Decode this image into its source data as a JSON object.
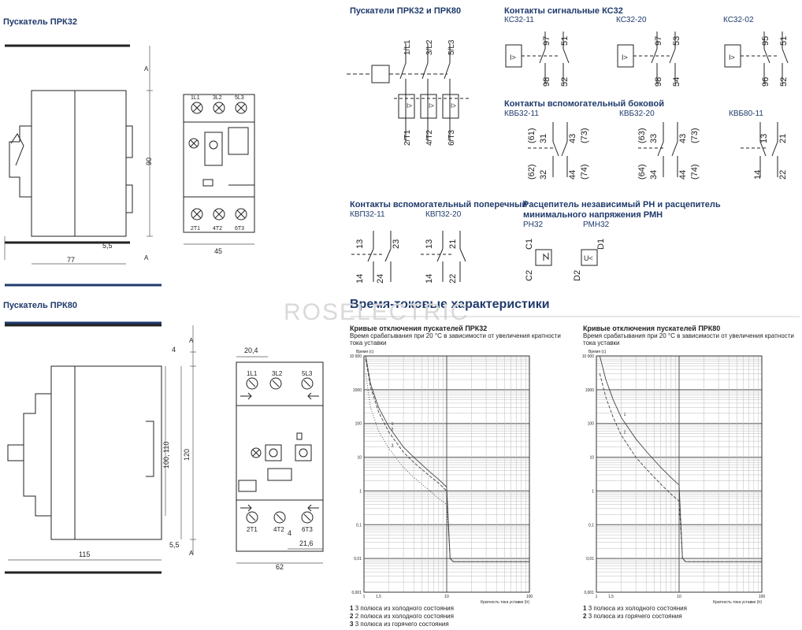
{
  "left": {
    "prk32": {
      "title": "Пускатель ПРК32",
      "dims": {
        "a_top": "A",
        "a_bottom": "A",
        "h90": "90",
        "w5_5": "5,5",
        "w77": "77",
        "w45": "45"
      },
      "terminals_top": [
        "1L1",
        "3L2",
        "5L3"
      ],
      "terminals_bottom": [
        "2T1",
        "4T2",
        "6T3"
      ]
    },
    "prk80": {
      "title": "Пускатель ПРК80",
      "dims": {
        "a_top": "A",
        "a_bottom": "A",
        "d4": "4",
        "d100_110": "100, 110",
        "d120": "120",
        "d5_5": "5,5",
        "d115": "115",
        "d20_4": "20,4",
        "d4b": "4",
        "d21_6": "21,6",
        "d62": "62"
      },
      "terminals_top": [
        "1L1",
        "3L2",
        "5L3"
      ],
      "terminals_bottom": [
        "2T1",
        "4T2",
        "6T3"
      ]
    }
  },
  "schemes": {
    "starters": {
      "title": "Пускатели ПРК32 и ПРК80",
      "top": [
        "1/L1",
        "3/L2",
        "5/L3"
      ],
      "bottom": [
        "2/T1",
        "4/T2",
        "6/T3"
      ],
      "relay": "I>"
    },
    "signal": {
      "title": "Контакты сигнальные КС32",
      "items": [
        {
          "name": "КС32-11",
          "top": [
            "97",
            "51"
          ],
          "bottom": [
            "98",
            "52"
          ]
        },
        {
          "name": "КС32-20",
          "top": [
            "97",
            "53"
          ],
          "bottom": [
            "98",
            "54"
          ]
        },
        {
          "name": "КС32-02",
          "top": [
            "95",
            "51"
          ],
          "bottom": [
            "96",
            "52"
          ]
        }
      ]
    },
    "aux_side": {
      "title": "Контакты вспомогательный боковой",
      "items": [
        {
          "name": "КВБ32-11",
          "top": [
            "(61)",
            "31",
            "43",
            "(73)"
          ],
          "bottom": [
            "(62)",
            "32",
            "44",
            "(74)"
          ]
        },
        {
          "name": "КВБ32-20",
          "top": [
            "(63)",
            "33",
            "43",
            "(73)"
          ],
          "bottom": [
            "(64)",
            "34",
            "44",
            "(74)"
          ]
        },
        {
          "name": "КВБ80-11",
          "top": [
            "13",
            "21"
          ],
          "bottom": [
            "14",
            "22"
          ]
        }
      ]
    },
    "aux_cross": {
      "title": "Контакты вспомогательный поперечный",
      "items": [
        {
          "name": "КВП32-11",
          "top": [
            "13",
            "23"
          ],
          "bottom": [
            "14",
            "24"
          ]
        },
        {
          "name": "КВП32-20",
          "top": [
            "13",
            "21"
          ],
          "bottom": [
            "14",
            "22"
          ]
        }
      ]
    },
    "release": {
      "title_line1": "Расцепитель независимый РН и расцепитель",
      "title_line2": "минимального напряжения РМН",
      "items": [
        {
          "name": "РН32",
          "top": "C1",
          "bottom": "C2"
        },
        {
          "name": "РМН32",
          "top": "D1",
          "bottom": "D2",
          "symbol": "U<"
        }
      ]
    }
  },
  "time_current": {
    "title": "Время-токовые характеристики",
    "watermark": "ROSELECTRIC",
    "charts": [
      {
        "title": "Кривые отключения пускателей ПРК32",
        "subtitle": "Время срабатывания при 20 °C в зависимости от увеличения кратности тока уставки",
        "ylabel": "Время (с)",
        "xlabel": "Кратность тока уставки (Ir)",
        "legend": [
          {
            "n": "1",
            "text": "3 полюса из холодного состояния"
          },
          {
            "n": "2",
            "text": "2 полюса из холодного состояния"
          },
          {
            "n": "3",
            "text": "3 полюса из горячего состояния"
          }
        ]
      },
      {
        "title": "Кривые отключения пускателей ПРК80",
        "subtitle": "Время срабатывания при 20 °C в зависимости от увеличения кратности тока уставки",
        "ylabel": "Время (с)",
        "xlabel": "Кратность тока уставки (Ir)",
        "legend": [
          {
            "n": "1",
            "text": "3 полюса из холодного состояния"
          },
          {
            "n": "2",
            "text": "3 полюса из горячего состояния"
          }
        ]
      }
    ],
    "chart_data": [
      {
        "type": "line",
        "title": "Кривые отключения пускателей ПРК32",
        "xlabel": "Кратность тока уставки (Ir)",
        "ylabel": "Время (с)",
        "x_scale": "log",
        "y_scale": "log",
        "xlim": [
          1,
          100
        ],
        "ylim": [
          0.001,
          10000
        ],
        "x_ticks": [
          "1",
          "1,5",
          "10",
          "100"
        ],
        "y_ticks": [
          "0,001",
          "0,01",
          "0,1",
          "1",
          "10",
          "100",
          "1000",
          "10 000"
        ],
        "grid": true,
        "series": [
          {
            "name": "1",
            "x": [
              1.05,
              1.2,
              1.5,
              2,
              3,
              4,
              6,
              8,
              10,
              11,
              12,
              100
            ],
            "y": [
              10000,
              1500,
              300,
              80,
              20,
              10,
              4,
              2.2,
              1.3,
              0.01,
              0.008,
              0.008
            ]
          },
          {
            "name": "2",
            "x": [
              1.05,
              1.2,
              1.5,
              2,
              3,
              4,
              6,
              8,
              10,
              11,
              12,
              100
            ],
            "y": [
              8000,
              1200,
              220,
              55,
              14,
              7,
              3,
              1.7,
              1.0,
              0.01,
              0.008,
              0.008
            ]
          },
          {
            "name": "3",
            "x": [
              1.05,
              1.2,
              1.5,
              2,
              3,
              4,
              6,
              8,
              10,
              11,
              12,
              100
            ],
            "y": [
              3000,
              300,
              60,
              18,
              5,
              2.5,
              1.1,
              0.6,
              0.4,
              0.01,
              0.008,
              0.008
            ]
          }
        ]
      },
      {
        "type": "line",
        "title": "Кривые отключения пускателей ПРК80",
        "xlabel": "Кратность тока уставки (Ir)",
        "ylabel": "Время (с)",
        "x_scale": "log",
        "y_scale": "log",
        "xlim": [
          1,
          100
        ],
        "ylim": [
          0.001,
          10000
        ],
        "x_ticks": [
          "1",
          "1,5",
          "10",
          "100"
        ],
        "y_ticks": [
          "0,001",
          "0,01",
          "0,1",
          "1",
          "10",
          "100",
          "1000",
          "10 000"
        ],
        "grid": true,
        "series": [
          {
            "name": "1",
            "x": [
              1.1,
              1.3,
              1.6,
              2,
              3,
              4,
              6,
              8,
              10,
              11,
              12,
              100
            ],
            "y": [
              10000,
              2000,
              500,
              150,
              35,
              15,
              5,
              2.5,
              1.5,
              0.01,
              0.008,
              0.008
            ]
          },
          {
            "name": "2",
            "x": [
              1.1,
              1.3,
              1.6,
              2,
              3,
              4,
              6,
              8,
              10,
              11,
              12,
              100
            ],
            "y": [
              3000,
              600,
              150,
              45,
              10,
              4.5,
              1.6,
              0.8,
              0.5,
              0.01,
              0.008,
              0.008
            ]
          }
        ]
      }
    ]
  }
}
